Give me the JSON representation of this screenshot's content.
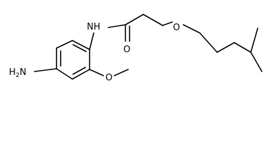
{
  "molecule": {
    "atoms": {
      "amine": {
        "main": "H",
        "sub": "2",
        "tail": "N"
      },
      "amide_nh": "NH",
      "carbonyl_o": "O",
      "ether_o": "O",
      "methoxy_o": "O"
    }
  }
}
